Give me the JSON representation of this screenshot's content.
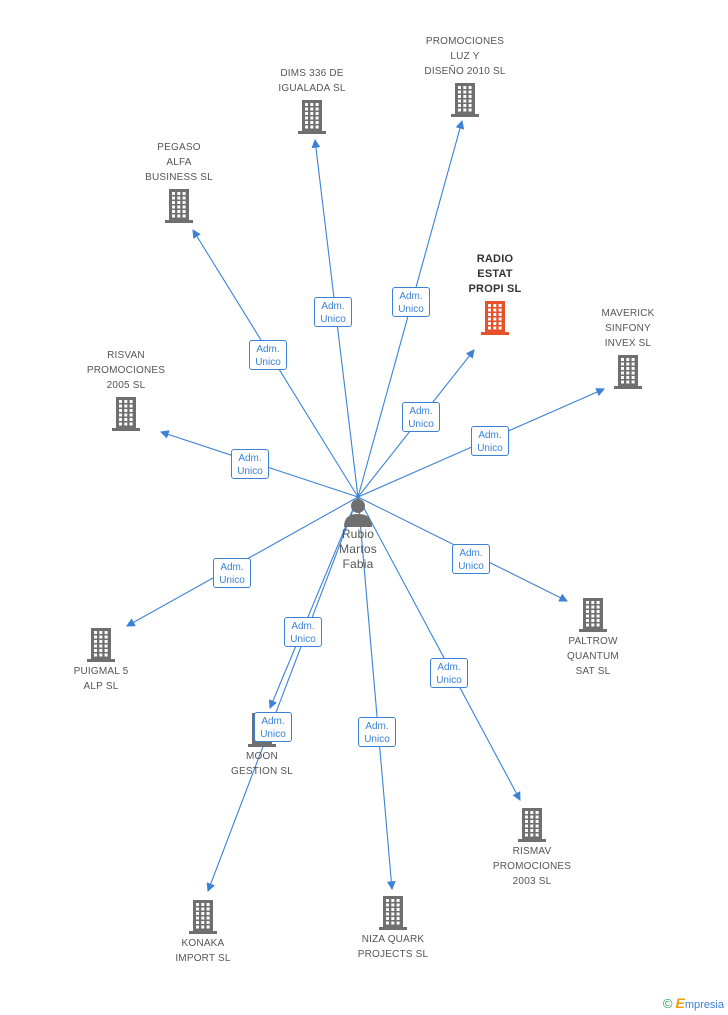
{
  "center": {
    "label": "Rubio\nMartos\nFabia"
  },
  "edge_label": "Adm.\nUnico",
  "companies": [
    {
      "id": "promo-luz",
      "label": "PROMOCIONES\nLUZ Y\nDISEÑO 2010 SL",
      "highlight": false
    },
    {
      "id": "dims",
      "label": "DIMS 336 DE\nIGUALADA SL",
      "highlight": false
    },
    {
      "id": "pegaso",
      "label": "PEGASO\nALFA\nBUSINESS  SL",
      "highlight": false
    },
    {
      "id": "radio",
      "label": "RADIO\nESTAT\nPROPI SL",
      "highlight": true
    },
    {
      "id": "maverick",
      "label": "MAVERICK\nSINFONY\nINVEX SL",
      "highlight": false
    },
    {
      "id": "risvan",
      "label": "RISVAN\nPROMOCIONES\n2005 SL",
      "highlight": false
    },
    {
      "id": "paltrow",
      "label": "PALTROW\nQUANTUM\nSAT  SL",
      "highlight": false
    },
    {
      "id": "puigmal",
      "label": "PUIGMAL 5\nALP SL",
      "highlight": false
    },
    {
      "id": "moon",
      "label": "MOON\nGESTION SL",
      "highlight": false
    },
    {
      "id": "rismav",
      "label": "RISMAV\nPROMOCIONES\n2003 SL",
      "highlight": false
    },
    {
      "id": "konaka",
      "label": "KONAKA\nIMPORT SL",
      "highlight": false
    },
    {
      "id": "niza",
      "label": "NIZA QUARK\nPROJECTS SL",
      "highlight": false
    }
  ],
  "colors": {
    "edge": "#3b82d6",
    "building": "#6f6f6f",
    "highlight": "#e8502a",
    "person": "#6f6f6f"
  },
  "brand": {
    "copyright": "©",
    "initial": "E",
    "rest": "mpresia"
  }
}
